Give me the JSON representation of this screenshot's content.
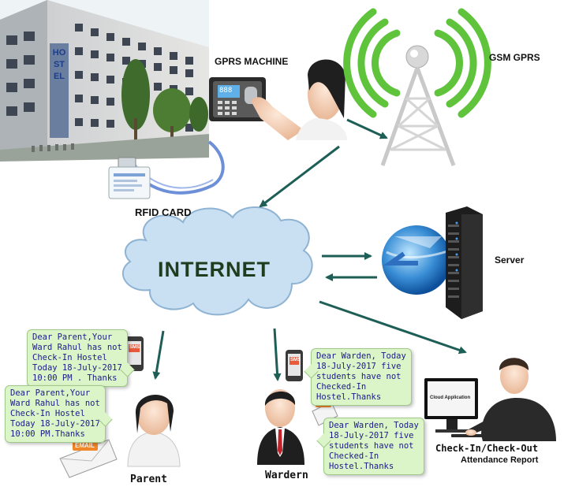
{
  "labels": {
    "gprs_machine": "GPRS MACHINE",
    "gsm_gprs": "GSM GPRS",
    "rfid_card": "RFID CARD",
    "internet": "INTERNET",
    "server": "Server",
    "parent": "Parent",
    "warden": "Wardern",
    "checkin_line1": "Check-In/Check-Out",
    "checkin_line2": "Attendance Report",
    "hostel_sign": "HOSTEL",
    "cloud_app": "Cloud Application",
    "sms": "SMS",
    "email": "EMAIL",
    "gprs_display": "888"
  },
  "messages": {
    "parent_sms": [
      "Dear Parent,Your",
      "Ward Rahul has not",
      "Check-In Hostel",
      "Today 18-July-2017",
      "10:00 PM . Thanks"
    ],
    "parent_email": [
      "Dear Parent,Your",
      "Ward Rahul has not",
      "Check-In Hostel",
      "Today 18-July-2017",
      "10:00 PM.Thanks"
    ],
    "warden_sms": [
      "Dear Warden, Today",
      "18-July-2017 five",
      "students have not",
      "Checked-In",
      "Hostel.Thanks"
    ],
    "warden_email": [
      "Dear Warden, Today",
      "18-July-2017 five",
      "students have not",
      "Checked-In",
      "Hostel.Thanks"
    ]
  },
  "colors": {
    "arrow": "#1d5e56",
    "bubble_bg": "#dcf5c8",
    "bubble_text": "#1a1a8a",
    "cloud": "#c9dff2",
    "signal_green": "#5fc43c",
    "internet_text": "#1f3c1f"
  }
}
